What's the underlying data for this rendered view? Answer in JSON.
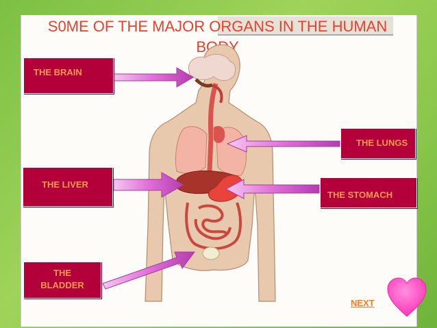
{
  "slide": {
    "title": "S0ME OF THE MAJOR ORGANS IN THE HUMAN BODY",
    "labels": {
      "brain": "THE BRAIN",
      "lungs": "THE LUNGS",
      "liver": "THE LIVER",
      "stomach": "THE STOMACH",
      "bladder": "THE BLADDER"
    },
    "next_link": "NEXT",
    "icons": [
      "arrow-icon",
      "heart-icon",
      "human-body-illustration"
    ]
  },
  "colors": {
    "title": "#e8402b",
    "label_fill": "#b3003b",
    "label_text": "#ff9b4a",
    "arrow": "#d84fd1",
    "heart": "#ff3fbf",
    "background": "#8cc84c"
  }
}
